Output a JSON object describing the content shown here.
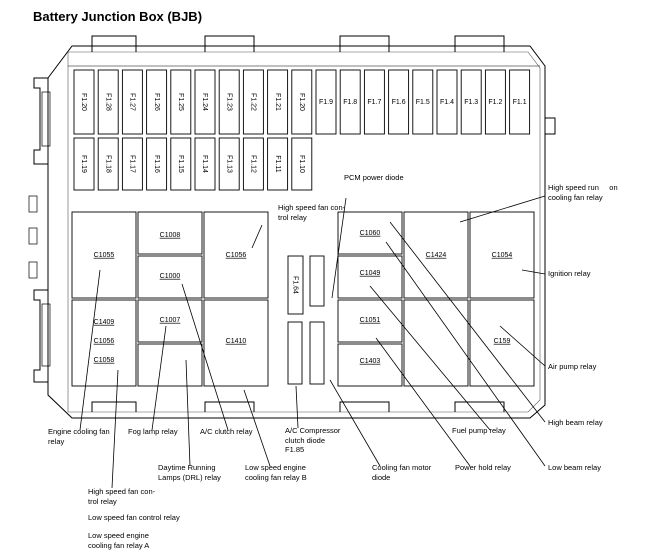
{
  "title": "Battery Junction Box (BJB)",
  "fuses_top": [
    "F1.20",
    "F1.28",
    "F1.27",
    "F1.26",
    "F1.25",
    "F1.24",
    "F1.23",
    "F1.22",
    "F1.21",
    "F1.20"
  ],
  "fuses_mid": [
    "F1.19",
    "F1.18",
    "F1.17",
    "F1.16",
    "F1.15",
    "F1.14",
    "F1.13",
    "F1.12",
    "F1.11",
    "F1.10"
  ],
  "fuses_right": [
    "F1.9",
    "F1.8",
    "F1.7",
    "F1.6",
    "F1.5",
    "F1.4",
    "F1.3",
    "F1.2",
    "F1.1"
  ],
  "fuse_mini": "F1.64",
  "connectors": {
    "c1055": "C1055",
    "c1008": "C1008",
    "c1000": "C1000",
    "c1056_top": "C1056",
    "c1409": "C1409",
    "c1056": "C1056",
    "c1058": "C1058",
    "c1007": "C1007",
    "c1410": "C1410",
    "c1060": "C1060",
    "c1049": "C1049",
    "c1051": "C1051",
    "c1403": "C1403",
    "c1424": "C1424",
    "c1054": "C1054",
    "c159": "C159"
  },
  "callouts": {
    "pcm_power_diode": "PCM power diode",
    "hs_fan_control_top": "High speed fan con-\ntrol relay",
    "hs_run_cooling": "High speed run     on\ncooling fan relay",
    "ignition_relay": "Ignition relay",
    "air_pump_relay": "Air pump relay",
    "high_beam_relay": "High beam relay",
    "low_beam_relay": "Low beam relay",
    "fuel_pump_relay": "Fuel pump relay",
    "power_hold_relay": "Power hold relay",
    "cooling_fan_motor_diode": "Cooling fan motor\ndiode",
    "ac_compressor_clutch_diode": "A/C Compressor\nclutch diode\nF1.85",
    "ls_engine_cooling_b": "Low speed engine\ncooling fan relay B",
    "ac_clutch_relay": "A/C clutch relay",
    "drl_relay": "Daytime Running\nLamps (DRL) relay",
    "fog_lamp_relay": "Fog lamp relay",
    "engine_cooling_fan_relay": "Engine cooling fan\nrelay",
    "hs_fan_control_bottom": "High speed fan con-\ntrol relay",
    "ls_fan_control_relay": "Low speed fan control relay",
    "ls_engine_cooling_a": "Low speed engine\ncooling fan relay A"
  }
}
